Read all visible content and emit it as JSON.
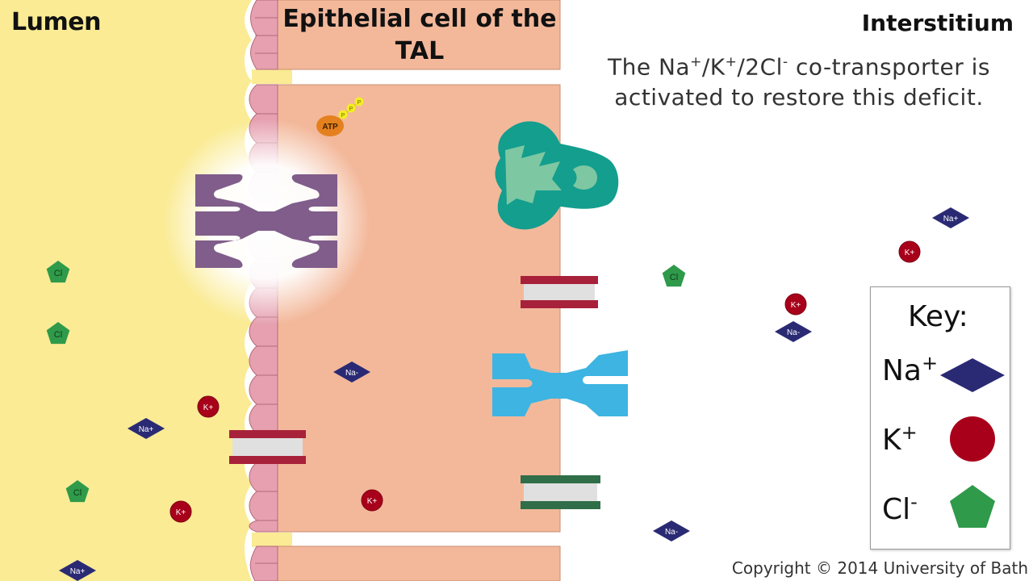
{
  "labels": {
    "lumen": "Lumen",
    "cell": "Epithelial cell of the TAL",
    "interstitium": "Interstitium",
    "caption_prefix": "The Na",
    "caption_sup1": "+",
    "caption_mid1": "/K",
    "caption_sup2": "+",
    "caption_mid2": "/2Cl",
    "caption_sup3": "-",
    "caption_suffix": " co-transporter is activated to restore this deficit.",
    "copyright": "Copyright © 2014 University of Bath",
    "atp": "ATP",
    "phosphate": "P"
  },
  "key": {
    "title": "Key:",
    "items": [
      {
        "base": "Na",
        "sup": "+",
        "shape": "diamond",
        "color": "#2a2a74"
      },
      {
        "base": "K",
        "sup": "+",
        "shape": "circle",
        "color": "#a8001a"
      },
      {
        "base": "Cl",
        "sup": "-",
        "shape": "pentagon",
        "color": "#2e9a4a"
      }
    ]
  },
  "ion_labels": {
    "na": "Na",
    "k": "K",
    "cl": "Cl"
  },
  "colors": {
    "lumen": "#faeb94",
    "cell": "#f3b89a",
    "membrane": "#e6a0b0",
    "cotransporter": "#805d8a",
    "pump": "#139e8e",
    "channel_blue": "#3db4e2",
    "channel_red": "#a8213a",
    "channel_green": "#2f6e48",
    "atp": "#e4801e",
    "phosphate": "#f1ee24"
  }
}
